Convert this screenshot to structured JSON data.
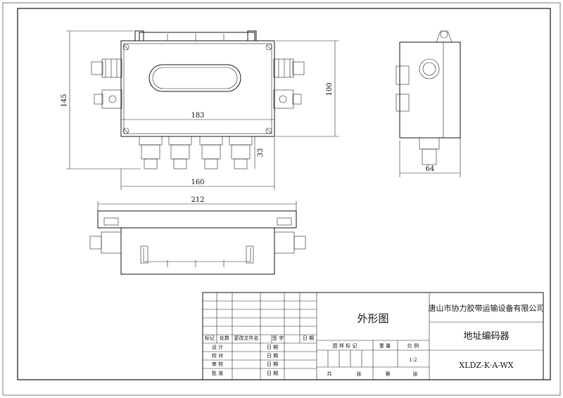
{
  "drawing": {
    "dimensions": {
      "top_width": "183",
      "top_height_left": "145",
      "top_height_right": "100",
      "gland_offset": "33",
      "bottom_span": "160",
      "side_depth": "64",
      "front_width": "212"
    }
  },
  "title_block": {
    "view_name": "外形图",
    "company": "唐山市协力胶带运输设备有限公司",
    "product_name": "地址编码器",
    "drawing_number": "XLDZ-K·A-WX",
    "revision_headers": [
      "标记",
      "处数",
      "更改文件名",
      "签 字",
      "日 期"
    ],
    "signoff_rows": [
      {
        "role": "设 计",
        "date_label": "日 期"
      },
      {
        "role": "校 对",
        "date_label": "日 期"
      },
      {
        "role": "审 核",
        "date_label": "日 期"
      },
      {
        "role": "批 准",
        "date_label": "日 期"
      }
    ],
    "stage_label": "图 样 标 记",
    "weight_label": "重 量",
    "scale_label": "比 例",
    "scale_value": "1:2",
    "total_sheets_label": "共",
    "sheet_label": "张",
    "sheet_no_label": "第",
    "sheet_label2": "张"
  }
}
